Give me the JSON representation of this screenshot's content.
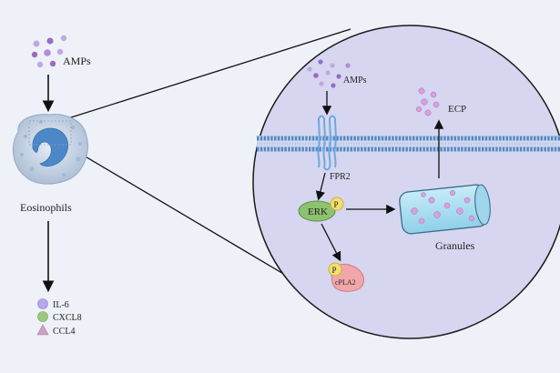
{
  "labels": {
    "amps_left": "AMPs",
    "eosinophils": "Eosinophils",
    "amps_zoom": "AMPs",
    "fpr2": "FPR2",
    "erk": "ERK",
    "p_erk": "P",
    "p_cpla2": "P",
    "cpla2": "cPLA2",
    "granules": "Granules",
    "ecp": "ECP"
  },
  "legend": [
    {
      "label": "IL-6",
      "shape": "circle",
      "color": "#b8a6ec"
    },
    {
      "label": "CXCL8",
      "shape": "circle",
      "color": "#9cc87e"
    },
    {
      "label": "CCL4",
      "shape": "triangle",
      "color": "#c9a3c0"
    }
  ],
  "colors": {
    "background": "#eef1f7",
    "zoom_circle": "#d6d6f0",
    "membrane": "#5a93c7",
    "amp_dots": "#9a6bc6",
    "erk": "#8dc26f",
    "phospho": "#f2df6e",
    "cpla2": "#f1a7a9",
    "granule": "#a9dcef",
    "cell_nucleus": "#4c88c8"
  },
  "icons": [
    "eosinophil-cell-icon",
    "fpr2-receptor-icon",
    "granule-capsule-icon"
  ]
}
